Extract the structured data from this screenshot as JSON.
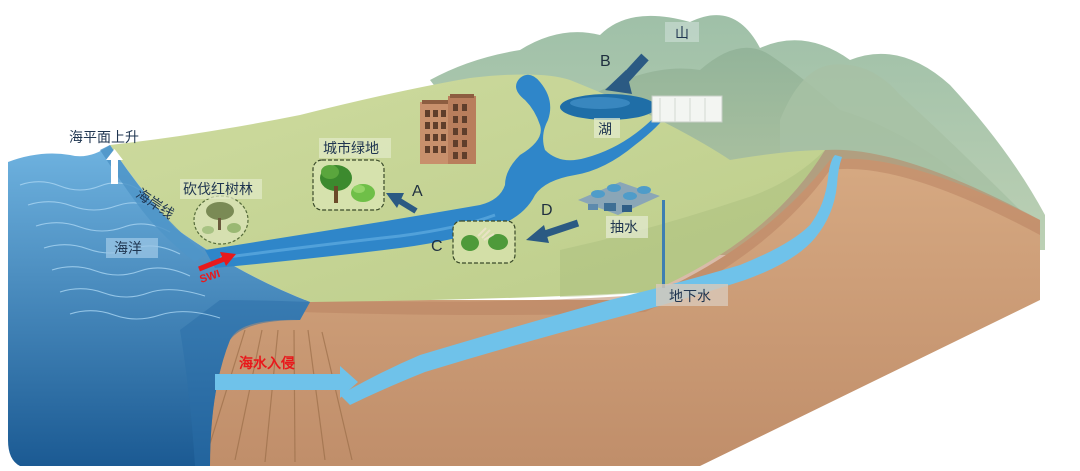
{
  "labels": {
    "sea_level_rise": "海平面上升",
    "coastline": "海岸线",
    "ocean": "海洋",
    "mangrove_cut": "砍伐红树林",
    "urban_green": "城市绿地",
    "swi": "SWI",
    "lake": "湖",
    "mountain": "山",
    "pumping": "抽水",
    "groundwater": "地下水",
    "seawater_intrusion": "海水入侵",
    "letter_a": "A",
    "letter_b": "B",
    "letter_c": "C",
    "letter_d": "D"
  },
  "colors": {
    "ocean": "#3a86c4",
    "ocean_deep": "#1d5e96",
    "land_top": "#c9d79a",
    "soil": "#c99a74",
    "river": "#2f86c9",
    "groundwater": "#6fc2ea",
    "arrow": "#2b5a83",
    "red": "#e8191c"
  }
}
